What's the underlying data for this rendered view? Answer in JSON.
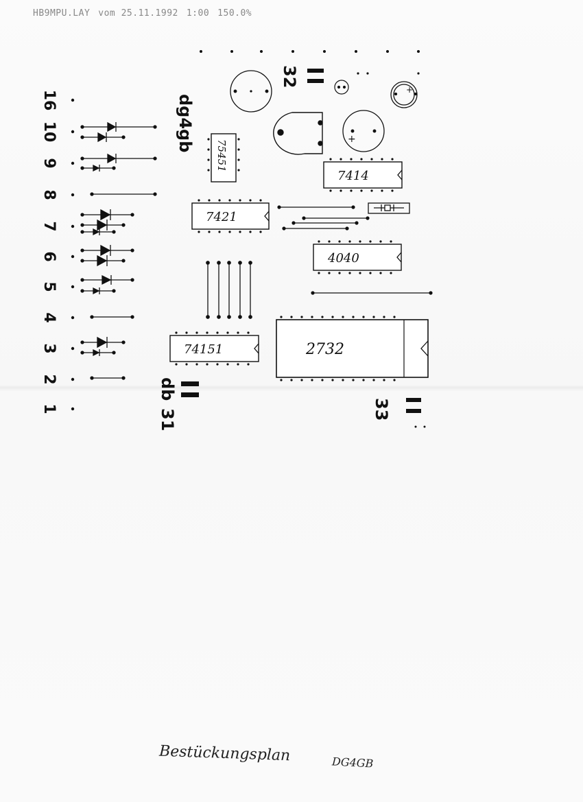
{
  "header": {
    "filename": "HB9MPU.LAY",
    "date": "vom 25.11.1992",
    "scale": "1:00",
    "zoom": "150.0%"
  },
  "rotated_labels": {
    "pin_numbers": [
      "16",
      "10",
      "9",
      "8",
      "7",
      "6",
      "5",
      "4",
      "3",
      "2",
      "1"
    ],
    "dg4gb": "dg4gb",
    "db": "db",
    "num31": "31",
    "num32": "32",
    "num33": "33"
  },
  "chips": {
    "c75451": "75451",
    "c7414": "7414",
    "c7421": "7421",
    "c4040": "4040",
    "c74151": "74151",
    "c2732": "2732"
  },
  "caption": "Bestückungsplan",
  "signature": "DG4GB"
}
